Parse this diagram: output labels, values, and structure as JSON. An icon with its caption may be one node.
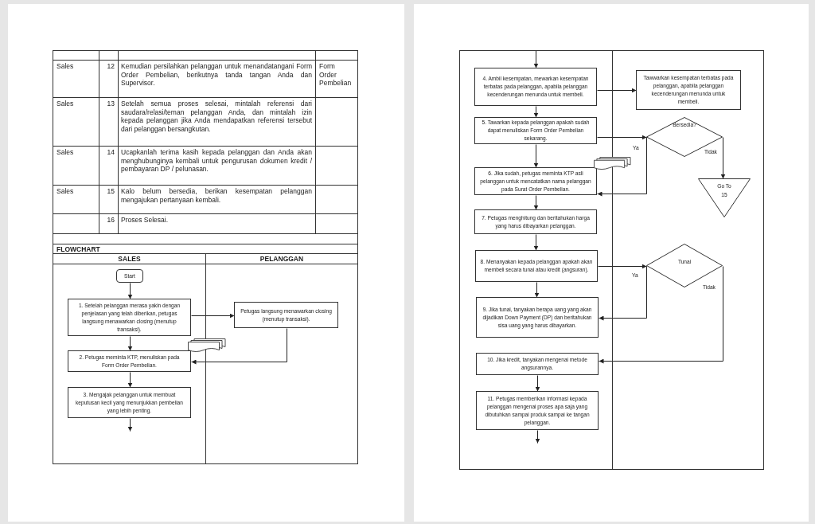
{
  "diagram": {
    "nodes": [
      {
        "text": [
          "FLOWCHART"
        ]
      },
      {
        "text": [
          "SALES"
        ],
        "in": 0
      },
      {
        "text": [
          "PELANGGAN"
        ],
        "in": 0
      },
      {
        "text": [
          "Start"
        ],
        "in": 1
      },
      {
        "text": [
          "1. Setelah pelanggan merasa yakin dengan penjelasan yang telah diberikan, petugas langsung menawarkan closing (menutup transaksi)."
        ],
        "in": 1
      },
      {
        "text": [
          "Petugas langsung menawarkan closing (menutup transaksi)."
        ],
        "in": 2
      },
      {
        "text": [],
        "shape": "document",
        "in": 0
      },
      {
        "text": [
          "2. Petugas meminta KTP, menuliskan pada Form Order Pembelian."
        ],
        "in": 1
      },
      {
        "text": [
          "3. Mengajak pelanggan untuk membuat keputusan kecil yang menunjukkan pembelian yang lebih penting."
        ],
        "in": 1
      },
      {
        "text": [],
        "shape": "box"
      },
      {
        "text": [],
        "shape": "box"
      },
      {
        "text": [
          "4. Ambil kesempatan, mewarkan kesempatan terbatas pada pelanggan, apabila pelanggan kecenderungan menunda untuk membeli."
        ],
        "in": 9
      },
      {
        "text": [
          "Tawwarkan kesempatan terbatas pada pelanggan, apabila pelanggan kecenderungan menunda untuk membeli."
        ],
        "in": 10
      },
      {
        "text": [
          "5. Tawarkan kepada pelanggan apakah sudah dapat menuliskan Form Order Pembelian sekarang."
        ],
        "in": 9
      },
      {
        "text": [
          "Bersedia?"
        ],
        "in": 10
      },
      {
        "text": [],
        "shape": "document"
      },
      {
        "text": [
          "6. Jika sudah, petugas meminta KTP asli pelanggan untuk mencatatkan nama pelanggan pada Surat Order Pembelian."
        ],
        "in": 9
      },
      {
        "text": [
          "Go To 15"
        ],
        "in": 10
      },
      {
        "text": [
          "7. Petugas menghitung dan beritahukan harga yang harus dibayarkan pelanggan."
        ],
        "in": 9
      },
      {
        "text": [
          "8. Menanyakan kepada pelanggan apakah akan membeli secara tunai atau kredit (angsuran)."
        ],
        "in": 9
      },
      {
        "text": [
          "Tunai"
        ],
        "in": 10
      },
      {
        "text": [
          "9. Jika tunai, tanyakan berapa uang yang akan dijadikan Down Payment (DP) dan beritahukan sisa uang yang harus dibayarkan."
        ],
        "in": 9
      },
      {
        "text": [
          "10. Jika kredit, tanyakan mengenai metode angsurannya."
        ],
        "in": 9
      },
      {
        "text": [
          "11. Petugas memberikan informasi kepada pelanggan mengenai proses apa saja yang dibutuhkan sampai produk sampai ke tangan pelanggan."
        ],
        "in": 9
      }
    ],
    "edges": [
      {
        "from": 3,
        "to": 4,
        "arrow": "to"
      },
      {
        "from": 4,
        "to": 5,
        "arrow": "to"
      },
      {
        "from": 5,
        "to": 7,
        "arrow": "to"
      },
      {
        "from": 4,
        "to": 7,
        "arrow": "to"
      },
      {
        "from": 7,
        "to": 8,
        "arrow": "to"
      },
      {
        "from": 8,
        "to": null,
        "arrow": "to"
      },
      {
        "from": null,
        "to": 11,
        "arrow": "to"
      },
      {
        "from": 11,
        "to": 12,
        "arrow": "to"
      },
      {
        "from": 11,
        "to": 13,
        "arrow": "to"
      },
      {
        "from": 13,
        "to": 14,
        "arrow": "to"
      },
      {
        "from": 14,
        "to": 16,
        "arrow": "to",
        "label": "Ya"
      },
      {
        "from": 14,
        "to": 17,
        "arrow": "to",
        "label": "Tidak"
      },
      {
        "from": 13,
        "to": 16,
        "arrow": "to"
      },
      {
        "from": 16,
        "to": 18,
        "arrow": "to"
      },
      {
        "from": 18,
        "to": 19,
        "arrow": "to"
      },
      {
        "from": 19,
        "to": 20,
        "arrow": "to"
      },
      {
        "from": 20,
        "to": 21,
        "arrow": "to",
        "label": "Ya"
      },
      {
        "from": 20,
        "to": 22,
        "arrow": "to",
        "label": "Tidak"
      },
      {
        "from": 19,
        "to": 21,
        "arrow": "to"
      },
      {
        "from": 22,
        "to": 23,
        "arrow": "to"
      },
      {
        "from": 23,
        "to": null,
        "arrow": "to"
      }
    ],
    "labels": [
      "Sales",
      "12",
      "Kemudian persilahkan pelanggan untuk menandatangani Form Order Pembelian, berikutnya tanda tangan Anda dan Supervisor.",
      "Form Order Pembelian",
      "Sales",
      "13",
      "Setelah semua proses selesai, mintalah referensi dari saudara/relasi/teman pelanggan Anda, dan mintalah izin kepada pelanggan jika Anda mendapatkan referensi tersebut dari pelanggan bersangkutan.",
      "Sales",
      "14",
      "Ucapkanlah terima kasih kepada pelanggan dan Anda akan menghubunginya kembali untuk pengurusan dokumen kredit / pembayaran DP / pelunasan.",
      "Sales",
      "15",
      "Kalo belum bersedia, berikan kesempatan pelanggan mengajukan pertanyaan kembali.",
      "16",
      "Proses Selesai."
    ]
  }
}
